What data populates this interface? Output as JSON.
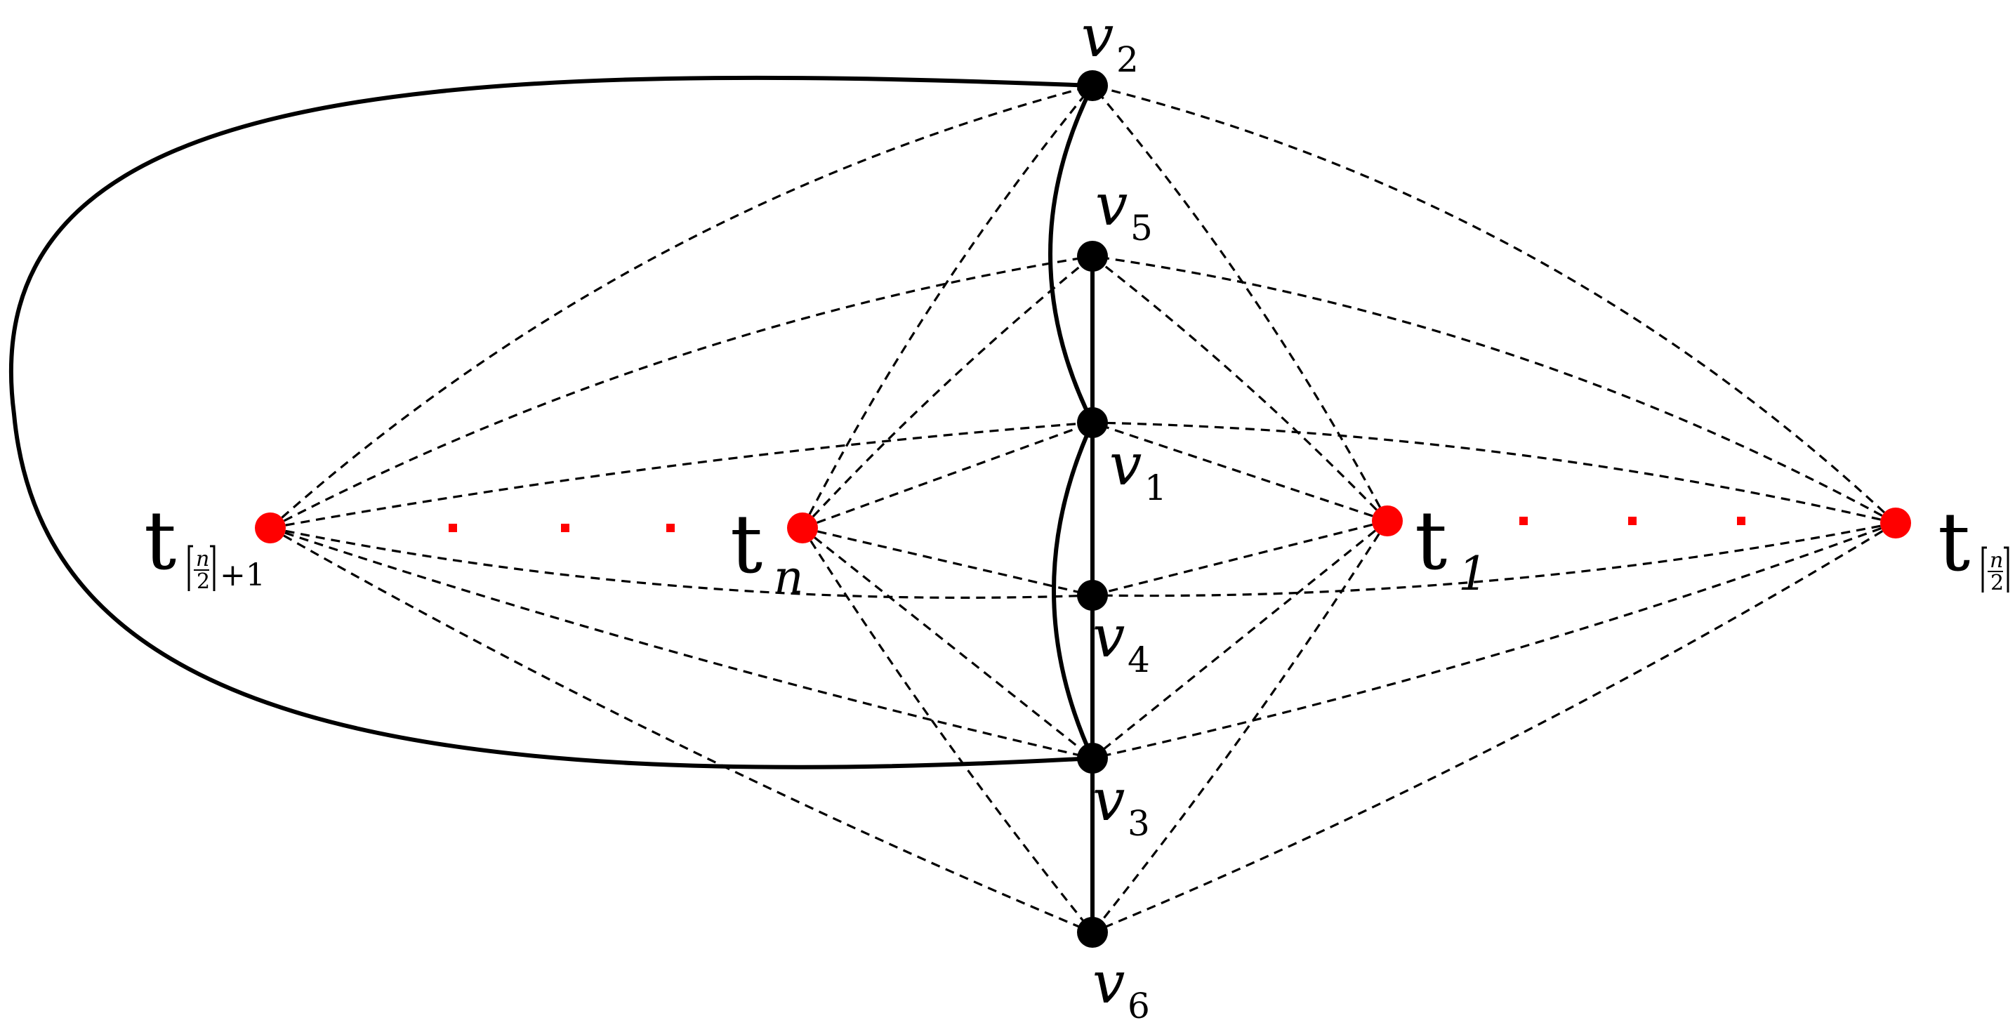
{
  "graph": {
    "colors": {
      "edge": "#000000",
      "v_node": "#000000",
      "t_node": "#ff0000",
      "dots": "#ff0000"
    },
    "v_vertices": [
      {
        "id": "v2",
        "letter": "v",
        "sub": "2"
      },
      {
        "id": "v5",
        "letter": "v",
        "sub": "5"
      },
      {
        "id": "v1",
        "letter": "v",
        "sub": "1"
      },
      {
        "id": "v4",
        "letter": "v",
        "sub": "4"
      },
      {
        "id": "v3",
        "letter": "v",
        "sub": "3"
      },
      {
        "id": "v6",
        "letter": "v",
        "sub": "6"
      }
    ],
    "t_vertices": [
      {
        "id": "t_half_plus_1",
        "letter": "t",
        "sub_top": "n",
        "sub_bottom": "2",
        "sub_suffix": "+1"
      },
      {
        "id": "t_n",
        "letter": "t",
        "sub": "n"
      },
      {
        "id": "t_1",
        "letter": "t",
        "sub": "1"
      },
      {
        "id": "t_half",
        "letter": "t",
        "sub_top": "n",
        "sub_bottom": "2",
        "sub_suffix": ""
      }
    ],
    "solid_edges": [
      [
        "v2",
        "v1"
      ],
      [
        "v1",
        "v3"
      ],
      [
        "v5",
        "v1"
      ],
      [
        "v1",
        "v4"
      ],
      [
        "v4",
        "v3"
      ],
      [
        "v3",
        "v6"
      ],
      [
        "v2",
        "v3"
      ]
    ],
    "dashed_edges": [
      [
        "t_half_plus_1",
        "v2"
      ],
      [
        "t_half_plus_1",
        "v5"
      ],
      [
        "t_half_plus_1",
        "v1"
      ],
      [
        "t_half_plus_1",
        "v4"
      ],
      [
        "t_half_plus_1",
        "v3"
      ],
      [
        "t_half_plus_1",
        "v6"
      ],
      [
        "t_n",
        "v2"
      ],
      [
        "t_n",
        "v5"
      ],
      [
        "t_n",
        "v1"
      ],
      [
        "t_n",
        "v4"
      ],
      [
        "t_n",
        "v3"
      ],
      [
        "t_n",
        "v6"
      ],
      [
        "t_1",
        "v2"
      ],
      [
        "t_1",
        "v5"
      ],
      [
        "t_1",
        "v1"
      ],
      [
        "t_1",
        "v4"
      ],
      [
        "t_1",
        "v3"
      ],
      [
        "t_1",
        "v6"
      ],
      [
        "t_half",
        "v2"
      ],
      [
        "t_half",
        "v5"
      ],
      [
        "t_half",
        "v1"
      ],
      [
        "t_half",
        "v4"
      ],
      [
        "t_half",
        "v3"
      ],
      [
        "t_half",
        "v6"
      ]
    ]
  }
}
